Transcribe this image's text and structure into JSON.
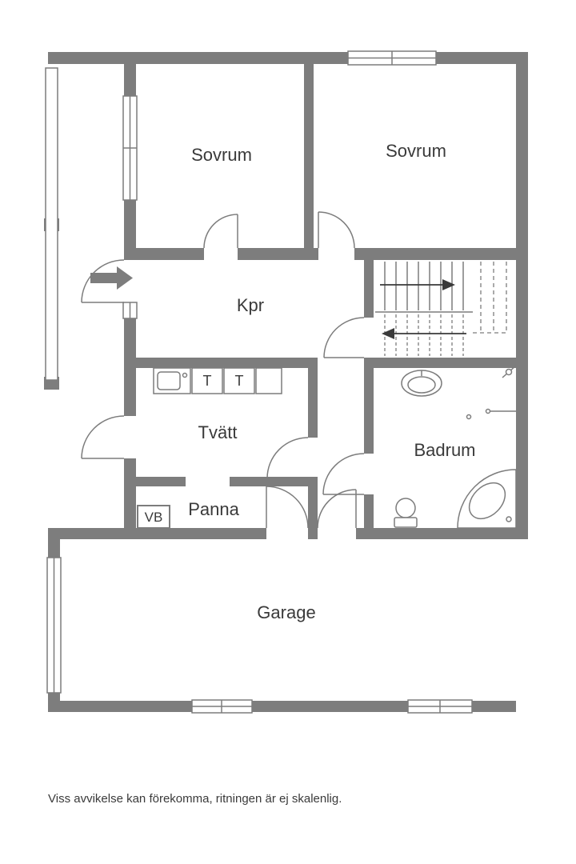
{
  "colors": {
    "wall": "#7d7d7d",
    "line": "#7c7c7c",
    "text": "#3a3a3a",
    "arrow": "#3a3a3a",
    "background": "#ffffff"
  },
  "floorplan": {
    "rooms": {
      "sovrum_left": {
        "label": "Sovrum"
      },
      "sovrum_right": {
        "label": "Sovrum"
      },
      "kpr": {
        "label": "Kpr"
      },
      "tvatt": {
        "label": "Tvätt"
      },
      "badrum": {
        "label": "Badrum"
      },
      "panna": {
        "label": "Panna"
      },
      "vb": {
        "label": "VB"
      },
      "garage": {
        "label": "Garage"
      }
    },
    "appliances": {
      "t1": {
        "label": "T"
      },
      "t2": {
        "label": "T"
      }
    }
  },
  "footer": {
    "disclaimer": "Viss avvikelse kan förekomma, ritningen är ej skalenlig."
  }
}
